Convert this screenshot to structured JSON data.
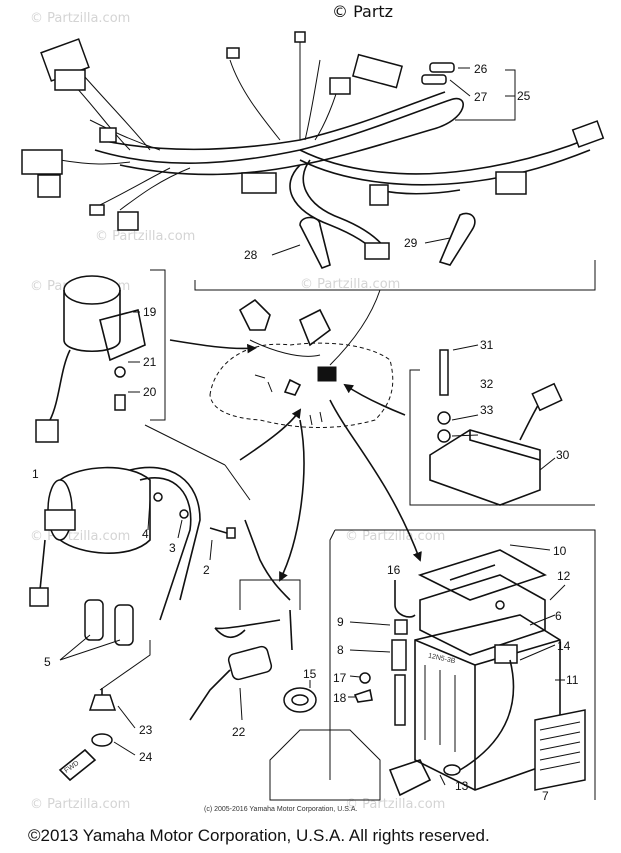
{
  "header": {
    "watermark_top": "© Partz"
  },
  "watermark_text": "© Partzilla.com",
  "callouts": [
    "1",
    "2",
    "3",
    "4",
    "5",
    "6",
    "7",
    "8",
    "9",
    "10",
    "11",
    "12",
    "13",
    "14",
    "15",
    "16",
    "17",
    "18",
    "19",
    "20",
    "21",
    "22",
    "23",
    "24",
    "25",
    "26",
    "27",
    "28",
    "29",
    "30",
    "31",
    "32",
    "33"
  ],
  "fwd_tag": "FWD",
  "battery_text": "12N5-3B",
  "small_credit": "(c) 2005-2016 Yamaha Motor Corporation, U.S.A.",
  "footer": {
    "copyright": "©2013 Yamaha Motor Corporation, U.S.A. All rights reserved."
  }
}
